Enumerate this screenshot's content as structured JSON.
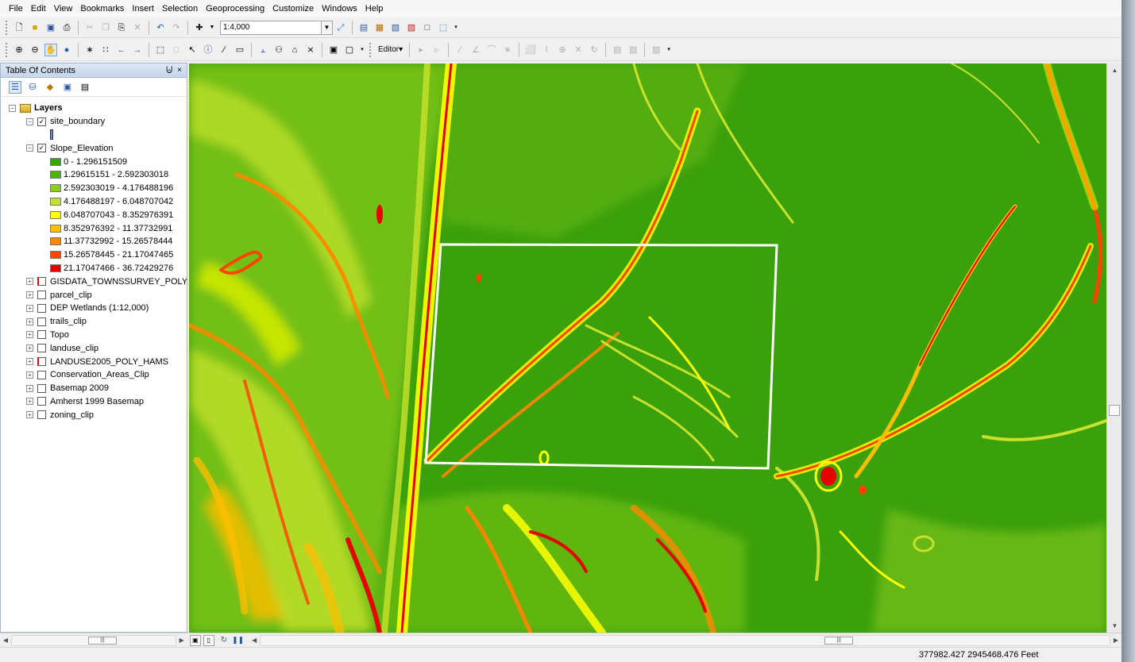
{
  "menu": [
    "File",
    "Edit",
    "View",
    "Bookmarks",
    "Insert",
    "Selection",
    "Geoprocessing",
    "Customize",
    "Windows",
    "Help"
  ],
  "toolbar": {
    "scale": "1:4,000",
    "editor_label": "Editor"
  },
  "toc": {
    "title": "Table Of Contents",
    "pin_glyph": "⨄",
    "close_glyph": "×",
    "root": "Layers",
    "site_boundary": "site_boundary",
    "slope_layer": "Slope_Elevation",
    "legend": [
      {
        "label": "0 - 1.296151509",
        "color": "#38a800"
      },
      {
        "label": "1.29615151 - 2.592303018",
        "color": "#4fb30a"
      },
      {
        "label": "2.592303019 - 4.176488196",
        "color": "#8ccc1c"
      },
      {
        "label": "4.176488197 - 6.048707042",
        "color": "#c8e22c"
      },
      {
        "label": "6.048707043 - 8.352976391",
        "color": "#ffff00"
      },
      {
        "label": "8.352976392 - 11.37732991",
        "color": "#ffbe00"
      },
      {
        "label": "11.37732992 - 15.26578444",
        "color": "#ff8700"
      },
      {
        "label": "15.26578445 - 21.17047465",
        "color": "#ff4500"
      },
      {
        "label": "21.17047466 - 36.72429276",
        "color": "#e60000"
      }
    ],
    "other_layers": [
      "GISDATA_TOWNSSURVEY_POLY_c",
      "parcel_clip",
      "DEP Wetlands (1:12,000)",
      "trails_clip",
      "Topo",
      "landuse_clip",
      "LANDUSE2005_POLY_HAMS",
      "Conservation_Areas_Clip",
      "Basemap 2009",
      "Amherst 1999 Basemap",
      "zoning_clip"
    ]
  },
  "status": {
    "coordinates": "377982.427  2945468.476 Feet"
  },
  "colors": {
    "map_base": "#3aa00c",
    "site_boundary_stroke": "#ffffff"
  }
}
